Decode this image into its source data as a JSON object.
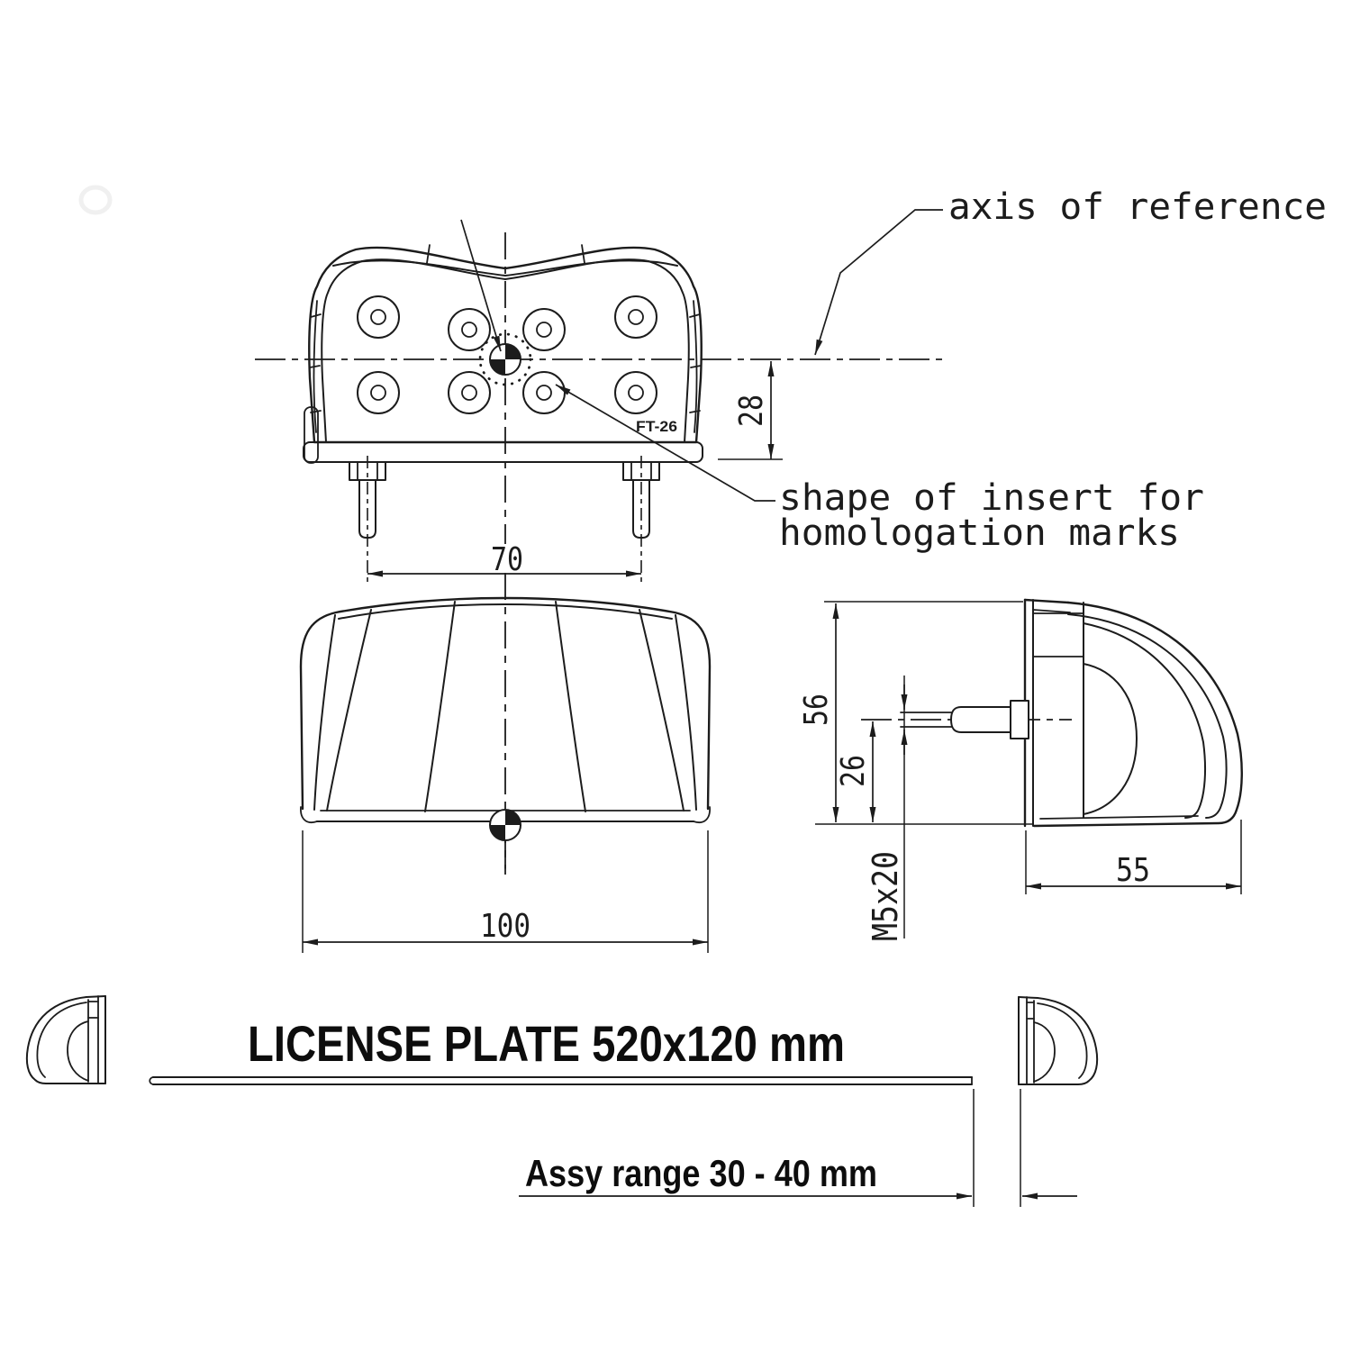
{
  "drawing": {
    "title": "LICENSE PLATE 520x120 mm",
    "assy_note": "Assy range 30 - 40 mm",
    "model_label": "FT-26",
    "annotations": {
      "axis_of_reference": "axis of reference",
      "insert_note_line1": "shape of insert for",
      "insert_note_line2": "homologation marks"
    },
    "dimensions": {
      "stud_spacing": "70",
      "below_axis_height": "28",
      "body_width": "100",
      "side_height": "56",
      "stud_axis_height": "26",
      "stud_thread": "M5x20",
      "body_depth": "55"
    },
    "colors": {
      "line": "#1c1c1c",
      "background": "#ffffff"
    }
  }
}
